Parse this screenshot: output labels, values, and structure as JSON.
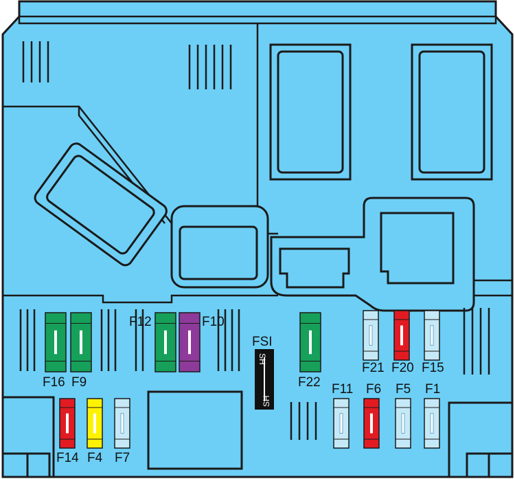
{
  "colors": {
    "box": "#6dcff6",
    "outline": "#1a1a1a",
    "green": "#16a05a",
    "purple": "#8e3a9a",
    "red": "#e21b23",
    "yellow": "#fff200",
    "clear": "#c6e9f7",
    "black": "#111111"
  },
  "fuses": [
    {
      "label": "F16",
      "color": "green",
      "size": "large"
    },
    {
      "label": "F9",
      "color": "green",
      "size": "large"
    },
    {
      "label": "F12",
      "color": "green",
      "size": "large"
    },
    {
      "label": "F10",
      "color": "purple",
      "size": "large"
    },
    {
      "label": "F22",
      "color": "green",
      "size": "large"
    },
    {
      "label": "F21",
      "color": "clear",
      "size": "small"
    },
    {
      "label": "F20",
      "color": "red",
      "size": "small"
    },
    {
      "label": "F15",
      "color": "clear",
      "size": "small"
    },
    {
      "label": "F11",
      "color": "clear",
      "size": "small"
    },
    {
      "label": "F6",
      "color": "red",
      "size": "small"
    },
    {
      "label": "F5",
      "color": "clear",
      "size": "small"
    },
    {
      "label": "F1",
      "color": "clear",
      "size": "small"
    },
    {
      "label": "F14",
      "color": "red",
      "size": "small"
    },
    {
      "label": "F4",
      "color": "yellow",
      "size": "small"
    },
    {
      "label": "F7",
      "color": "clear",
      "size": "small"
    }
  ],
  "shunt": {
    "label": "FSI",
    "text_top": "SH",
    "text_bottom": "SH"
  }
}
